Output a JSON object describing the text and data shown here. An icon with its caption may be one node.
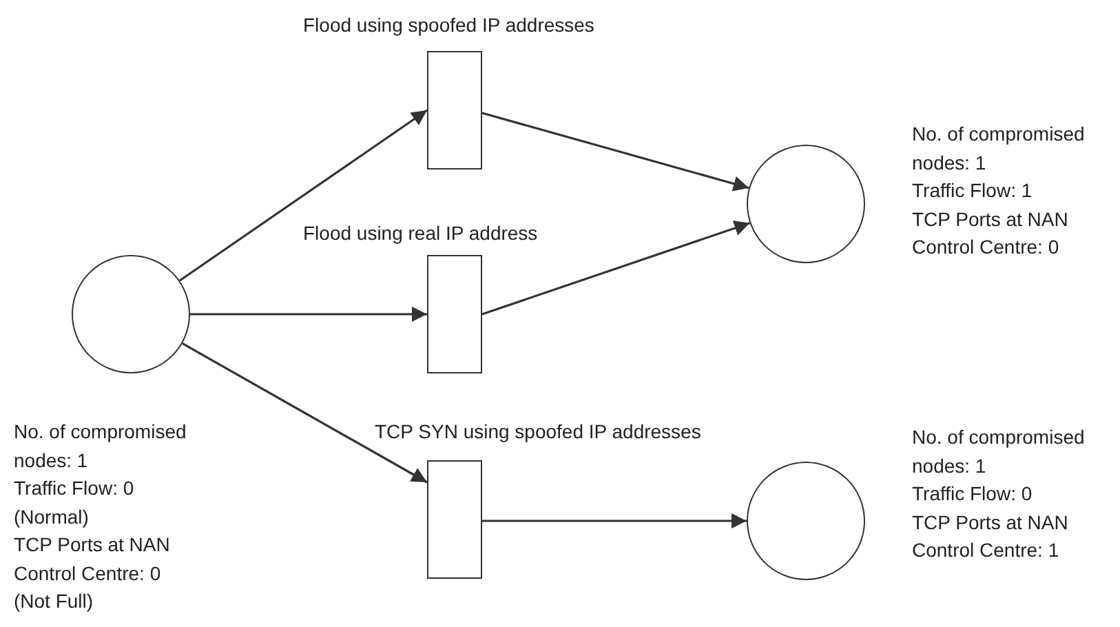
{
  "diagram": {
    "nodes": [
      {
        "text": [],
        "shape": "circle",
        "beside": [
          "No. of compromised nodes: 1",
          "Traffic Flow: 0 (Normal)",
          "TCP Ports at NAN Control Centre: 0 (Not Full)"
        ]
      },
      {
        "text": [
          "Flood using spoofed IP addresses"
        ]
      },
      {
        "text": [
          "Flood using real IP address"
        ]
      },
      {
        "text": [
          "TCP SYN using spoofed IP addresses"
        ]
      },
      {
        "text": [],
        "shape": "circle",
        "beside": [
          "No. of compromised nodes: 1",
          "Traffic Flow: 1",
          "TCP Ports at NAN Control Centre: 0"
        ]
      },
      {
        "text": [],
        "shape": "circle",
        "beside": [
          "No. of compromised nodes: 1",
          "Traffic Flow: 0",
          "TCP Ports at NAN Control Centre: 1"
        ]
      }
    ],
    "edges": [
      {
        "from": 0,
        "to": 1,
        "arrow": "to"
      },
      {
        "from": 0,
        "to": 2,
        "arrow": "to"
      },
      {
        "from": 0,
        "to": 3,
        "arrow": "to"
      },
      {
        "from": 1,
        "to": 4,
        "arrow": "to"
      },
      {
        "from": 2,
        "to": 4,
        "arrow": "to"
      },
      {
        "from": 3,
        "to": 5,
        "arrow": "to"
      }
    ]
  }
}
